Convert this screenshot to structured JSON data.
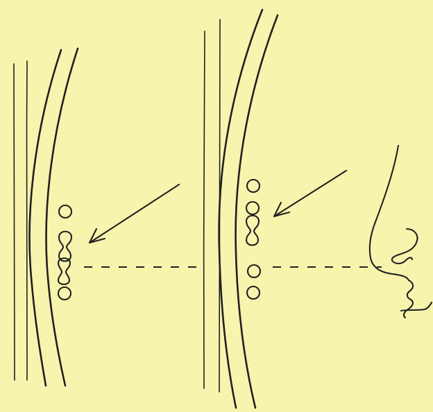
{
  "diagram": {
    "background_color": "#f6f4ad",
    "ink_color": "#202020",
    "panels": [
      {
        "id": "left",
        "vesicle_count": 4,
        "fused_pairs": 2
      },
      {
        "id": "middle",
        "vesicle_count": 5,
        "fused_pairs": 1
      }
    ],
    "profile": "face-profile"
  }
}
